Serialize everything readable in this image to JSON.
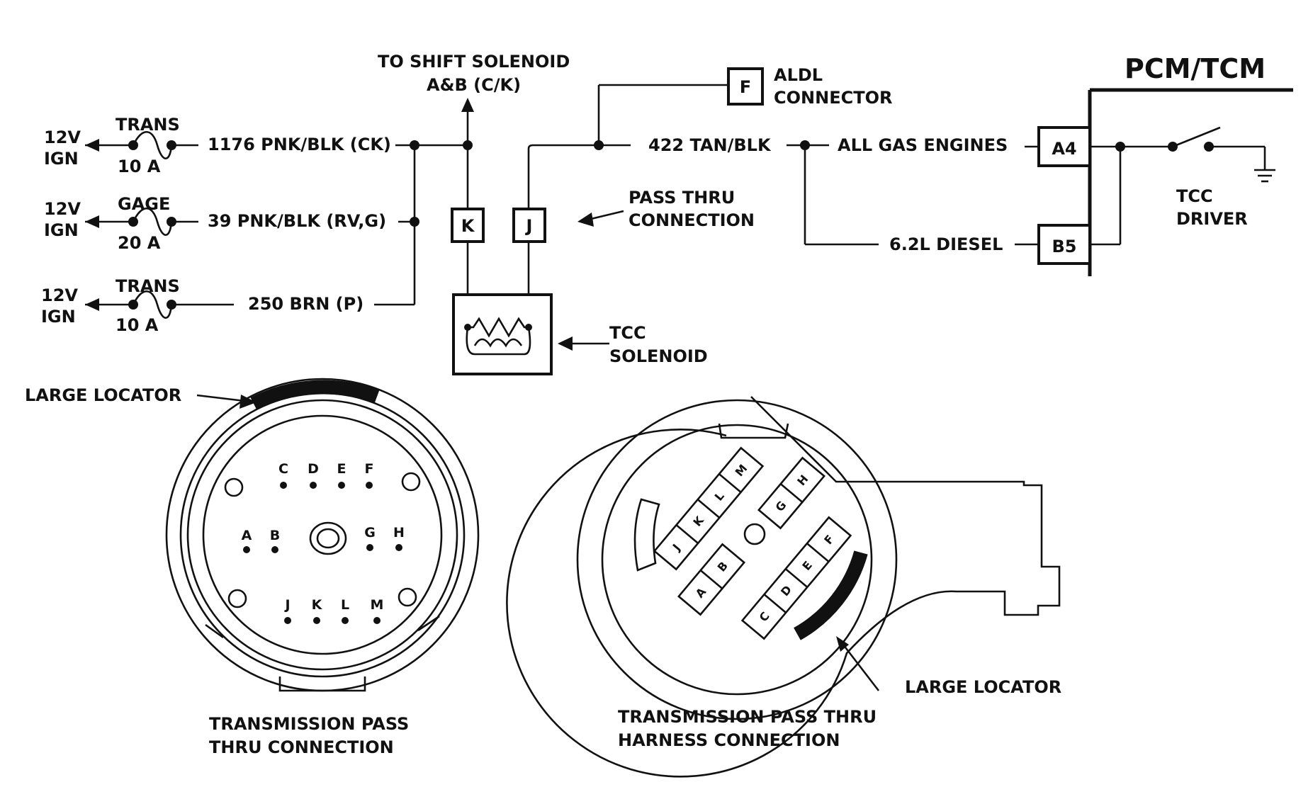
{
  "schematic": {
    "supplies": [
      {
        "voltage": "12V",
        "ign": "IGN",
        "fuse_name": "TRANS",
        "fuse_rating": "10 A",
        "wire": "1176 PNK/BLK (CK)"
      },
      {
        "voltage": "12V",
        "ign": "IGN",
        "fuse_name": "GAGE",
        "fuse_rating": "20 A",
        "wire": "39 PNK/BLK (RV,G)"
      },
      {
        "voltage": "12V",
        "ign": "IGN",
        "fuse_name": "TRANS",
        "fuse_rating": "10 A",
        "wire": "250 BRN (P)"
      }
    ],
    "shift_solenoid_line1": "TO SHIFT SOLENOID",
    "shift_solenoid_line2": "A&B (C/K)",
    "pin_k": "K",
    "pin_j": "J",
    "pass_thru_line1": "PASS THRU",
    "pass_thru_line2": "CONNECTION",
    "tcc_solenoid_line1": "TCC",
    "tcc_solenoid_line2": "SOLENOID",
    "aldl_pin": "F",
    "aldl_line1": "ALDL",
    "aldl_line2": "CONNECTOR",
    "tan_wire": "422 TAN/BLK",
    "all_gas": "ALL GAS ENGINES",
    "diesel": "6.2L DIESEL",
    "pcm_title": "PCM/TCM",
    "pin_a4": "A4",
    "pin_b5": "B5",
    "tcc_driver_line1": "TCC",
    "tcc_driver_line2": "DRIVER"
  },
  "left_connector": {
    "large_locator": "LARGE LOCATOR",
    "pins_top": [
      "C",
      "D",
      "E",
      "F"
    ],
    "pins_mid": [
      "A",
      "B",
      "G",
      "H"
    ],
    "pins_bottom": [
      "J",
      "K",
      "L",
      "M"
    ],
    "caption_line1": "TRANSMISSION PASS",
    "caption_line2": "THRU CONNECTION"
  },
  "right_connector": {
    "large_locator": "LARGE LOCATOR",
    "pins_jklm": [
      "J",
      "K",
      "L",
      "M"
    ],
    "pins_gh": [
      "G",
      "H"
    ],
    "pins_ab": [
      "A",
      "B"
    ],
    "pins_cdef": [
      "C",
      "D",
      "E",
      "F"
    ],
    "caption_line1": "TRANSMISSION PASS THRU",
    "caption_line2": "HARNESS CONNECTION"
  }
}
